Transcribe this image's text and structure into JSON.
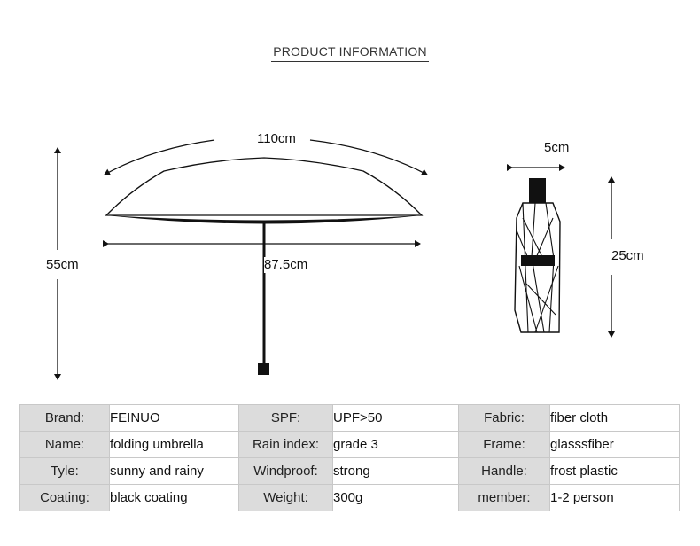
{
  "header": {
    "title": "PRODUCT INFORMATION"
  },
  "dimensions": {
    "span": "110cm",
    "height": "55cm",
    "diameter": "87.5cm",
    "folded_width": "5cm",
    "folded_length": "25cm"
  },
  "specs": {
    "rows": [
      [
        {
          "label": "Brand:",
          "value": "FEINUO"
        },
        {
          "label": "SPF:",
          "value": "UPF>50"
        },
        {
          "label": "Fabric:",
          "value": "fiber cloth"
        }
      ],
      [
        {
          "label": "Name:",
          "value": "folding umbrella"
        },
        {
          "label": "Rain index:",
          "value": "grade 3"
        },
        {
          "label": "Frame:",
          "value": "glasssfiber"
        }
      ],
      [
        {
          "label": "Tyle:",
          "value": "sunny and rainy"
        },
        {
          "label": "Windproof:",
          "value": "strong"
        },
        {
          "label": "Handle:",
          "value": "frost plastic"
        }
      ],
      [
        {
          "label": "Coating:",
          "value": "black coating"
        },
        {
          "label": "Weight:",
          "value": "300g"
        },
        {
          "label": "member:",
          "value": "1-2 person"
        }
      ]
    ]
  }
}
